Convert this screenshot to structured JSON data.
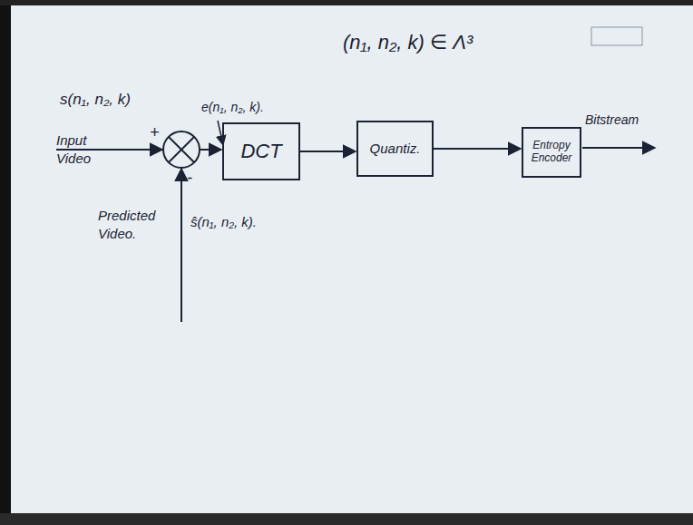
{
  "diagram": {
    "nodes": [
      {
        "text": [
          "DCT"
        ]
      },
      {
        "text": [
          "Quantiz."
        ]
      },
      {
        "text": [
          "Entropy Encoder"
        ]
      }
    ],
    "edges": [
      {
        "from": 0,
        "to": 1,
        "arrow": "to"
      },
      {
        "from": 1,
        "to": 2,
        "arrow": "to"
      }
    ],
    "labels": [
      "(n₁, n₂, k) ∈ Λ³",
      "s(n₁, n₂, k)",
      "Input Video",
      "+",
      "e(n₁, n₂, k).",
      "Predicted Video.",
      "-",
      "ŝ(n₁, n₂, k).",
      "Bitstream"
    ]
  }
}
